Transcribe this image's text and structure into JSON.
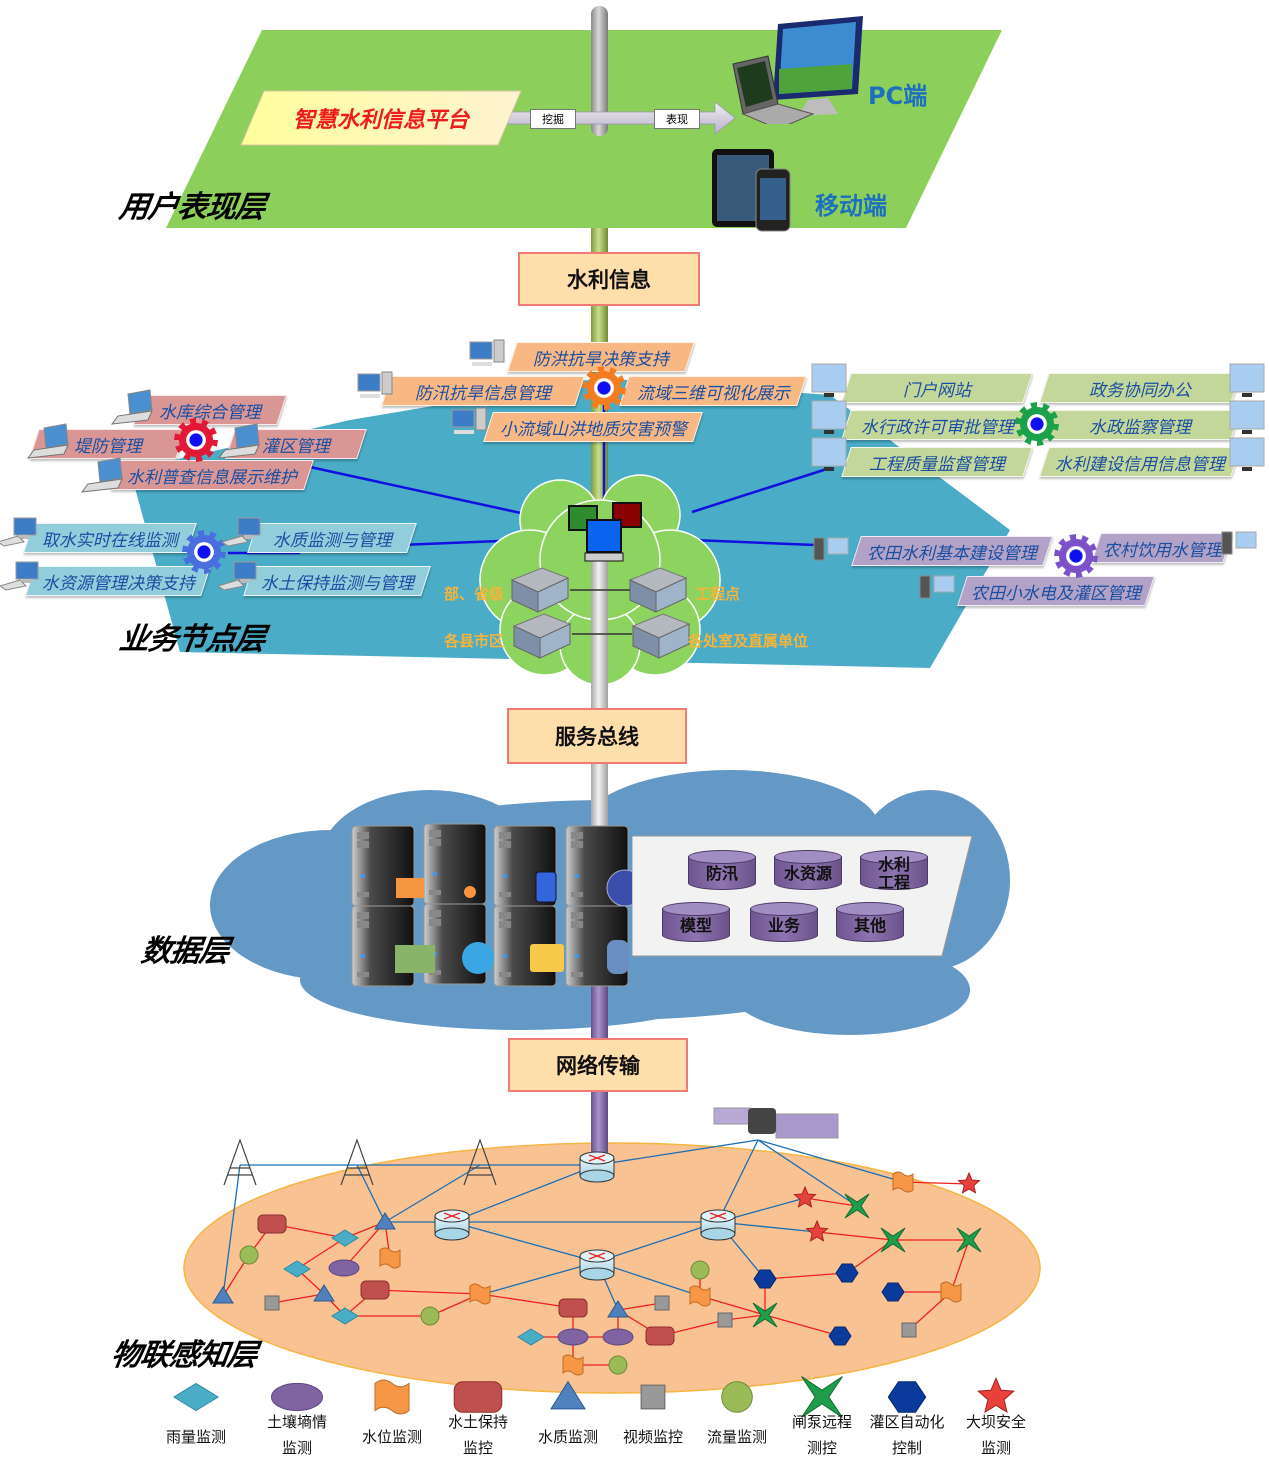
{
  "layers": {
    "user": "用户表现层",
    "business": "业务节点层",
    "data": "数据层",
    "iot": "物联感知层"
  },
  "bus": {
    "water_info": "水利信息",
    "service_bus": "服务总线",
    "network": "网络传输"
  },
  "user_layer": {
    "platform": "智慧水利信息平台",
    "mine_label": "挖掘",
    "show_label": "表现",
    "pc": "PC端",
    "mobile": "移动端"
  },
  "business_layer": {
    "pink_group": [
      "水库综合管理",
      "堤防管理",
      "灌区管理",
      "水利普查信息展示维护"
    ],
    "orange_group": [
      "防洪抗旱决策支持",
      "防汛抗旱信息管理",
      "流域三维可视化展示",
      "小流域山洪地质灾害预警"
    ],
    "cyan_group": [
      "取水实时在线监测",
      "水资源管理决策支持",
      "水质监测与管理",
      "水土保持监测与管理"
    ],
    "green_group": [
      "门户网站",
      "政务协同办公",
      "水行政许可审批管理",
      "水政监察管理",
      "工程质量监督管理",
      "水利建设信用信息管理"
    ],
    "purple_group": [
      "农田水利基本建设管理",
      "农村饮用水管理",
      "农田小水电及灌区管理"
    ],
    "org_nodes": [
      "部、省级",
      "工程点",
      "各县市区",
      "各处室及直属单位"
    ],
    "colors": {
      "pink": "#d99695",
      "orange": "#f8b884",
      "cyan": "#92cddc",
      "green": "#c4d79b",
      "purple": "#b3a2c7",
      "gear_red": "#e31837",
      "gear_orange": "#f47b20",
      "gear_blue": "#4a6ee0",
      "gear_green": "#1aa14a",
      "gear_purple": "#7b52c9"
    }
  },
  "data_layer": {
    "databases": [
      "防汛",
      "水资源",
      "水利\n工程",
      "模型",
      "业务",
      "其他"
    ]
  },
  "iot_layer": {
    "legend": [
      {
        "shape": "diamond",
        "label": "雨量监测"
      },
      {
        "shape": "ellipse",
        "label": "土壤墒情\n监测"
      },
      {
        "shape": "wave",
        "label": "水位监测"
      },
      {
        "shape": "rounded-rect",
        "label": "水土保持\n监控"
      },
      {
        "shape": "triangle",
        "label": "水质监测"
      },
      {
        "shape": "square",
        "label": "视频监控"
      },
      {
        "shape": "circle",
        "label": "流量监测"
      },
      {
        "shape": "cross-star",
        "label": "闸泵远程\n测控"
      },
      {
        "shape": "hexagon",
        "label": "灌区自动化\n控制"
      },
      {
        "shape": "star",
        "label": "大坝安全\n监测"
      }
    ]
  },
  "colors": {
    "user_plane": "#8ccf5a",
    "business_plane": "#4aacc6",
    "data_cloud": "#6399c4",
    "iot_plane": "#f9c293",
    "bus_box_fill": "#fedeab",
    "bus_box_border": "#f07b74",
    "link_blue": "#1b6fb5",
    "link_red": "#f02020"
  }
}
